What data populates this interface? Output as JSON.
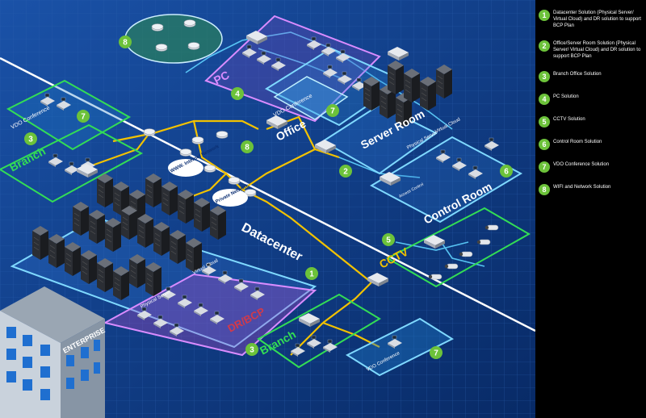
{
  "labels": {
    "datacenter": "Datacenter",
    "dr_bcp": "DR/BCP",
    "physical_server": "Physical Server",
    "virtual_cloud": "Virtual Cloud",
    "office": "Office",
    "pc": "PC",
    "server_room": "Server Room",
    "control_room": "Control Room",
    "access_control": "Access Control",
    "cctv": "CCTV",
    "branch": "Branch",
    "vdo_conference": "VDO Conference",
    "enterprise": "ENTERPRISE",
    "www_internet": "WWW. Internet Network",
    "private_network": "Private Network"
  },
  "badges": {
    "datacenter": "1",
    "server_room": "2",
    "branch": "3",
    "pc": "4",
    "cctv": "5",
    "control_room": "6",
    "vdo": "7",
    "wifi": "8"
  },
  "legend": [
    {
      "num": "1",
      "text": "Datacenter Solution (Physical Server/ Virtual Cloud) and DR solution to support BCP Plan"
    },
    {
      "num": "2",
      "text": "Office/Server Room Solution (Physical Server/ Virtual Cloud) and DR solution to support BCP Plan"
    },
    {
      "num": "3",
      "text": "Branch Office Solution"
    },
    {
      "num": "4",
      "text": "PC Solution"
    },
    {
      "num": "5",
      "text": "CCTV Solution"
    },
    {
      "num": "6",
      "text": "Control Room Solution"
    },
    {
      "num": "7",
      "text": "VDO Conference Solution"
    },
    {
      "num": "8",
      "text": "WIFI and Network Solution"
    }
  ],
  "colors": {
    "background": "#0b2f73",
    "grid": "#2a5fae",
    "cable_yellow": "#f2c200",
    "cable_cyan": "#5fd3ff",
    "badge_green": "#6cc23a",
    "zone_green": "#33dd55",
    "zone_purple": "#b04cc8",
    "zone_cyan": "#7fd9ff",
    "legend_bg": "#000000"
  }
}
